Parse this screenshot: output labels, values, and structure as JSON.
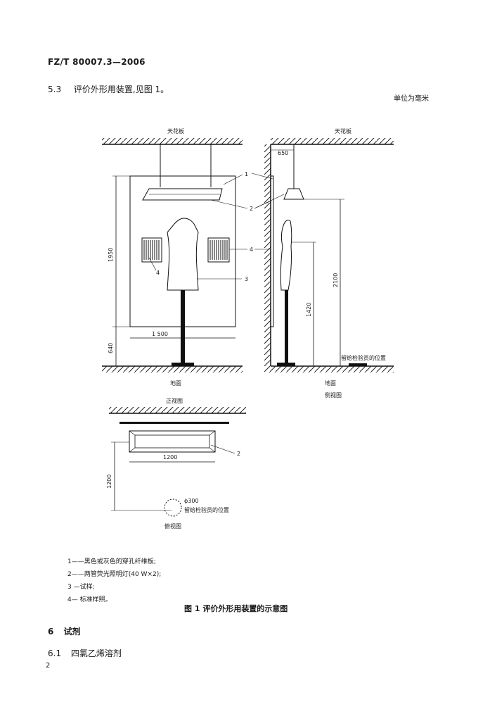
{
  "header": {
    "standard_no": "FZ/T 80007.3—2006"
  },
  "section_5_3": {
    "number": "5.3",
    "title": "评价外形用装置,见图 1。"
  },
  "unit_note": "单位为毫米",
  "figure": {
    "front": {
      "ceiling": "天花板",
      "floor": "地面",
      "view": "正视图",
      "dim_height": "1950",
      "dim_width": "1 500",
      "dim_bottom": "640",
      "tags": {
        "t1": "1",
        "t2": "2",
        "t3": "3",
        "t4a": "4",
        "t4b": "4"
      }
    },
    "side": {
      "ceiling": "天花板",
      "floor": "地面",
      "view": "侧视图",
      "dim_top": "650",
      "dim_total": "2100",
      "dim_mannequin": "1420",
      "inspector": "留给检验员的位置"
    },
    "plan": {
      "view": "俯视图",
      "dim_width": "1200",
      "dim_depth": "1200",
      "dia": "ϕ300",
      "inspector": "留给检验员的位置",
      "tag2": "2"
    }
  },
  "legend": [
    "1——黑色或灰色的穿孔纤维板;",
    "2——两管荧光照明灯(40 W×2);",
    "3 —试样;",
    "4— 标准样照。"
  ],
  "caption": "图 1  评价外形用装置的示意图",
  "section_6": {
    "number": "6",
    "title": "试剂"
  },
  "section_6_1": {
    "number": "6.1",
    "title": "四氯乙烯溶剂"
  },
  "page_number": "2"
}
